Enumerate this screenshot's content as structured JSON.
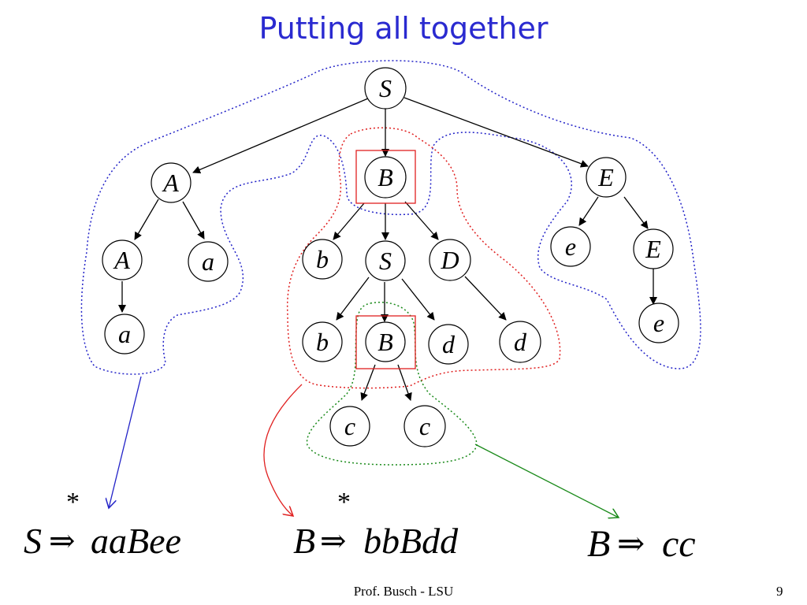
{
  "slide": {
    "title": "Putting all together",
    "footer": "Prof. Busch - LSU",
    "page_number": "9"
  },
  "tree": {
    "nodes": {
      "S_root": "S",
      "A1": "A",
      "B1": "B",
      "E1": "E",
      "A2": "A",
      "a1": "a",
      "b1": "b",
      "S2": "S",
      "D1": "D",
      "e1": "e",
      "E2": "E",
      "a2": "a",
      "b2": "b",
      "B2": "B",
      "d1": "d",
      "d2": "d",
      "e2": "e",
      "c1": "c",
      "c2": "c"
    }
  },
  "derivations": {
    "first": {
      "left": "S",
      "star": "*",
      "right": "aaBee"
    },
    "second": {
      "left": "B",
      "star": "*",
      "right": "bbBdd"
    },
    "third": {
      "left": "B",
      "right": "cc"
    }
  },
  "colors": {
    "title": "#2a2ad0",
    "blue_region": "#2323c8",
    "red_region": "#e02020",
    "green_region": "#1a8a1a",
    "highlight_box": "#e02020"
  }
}
